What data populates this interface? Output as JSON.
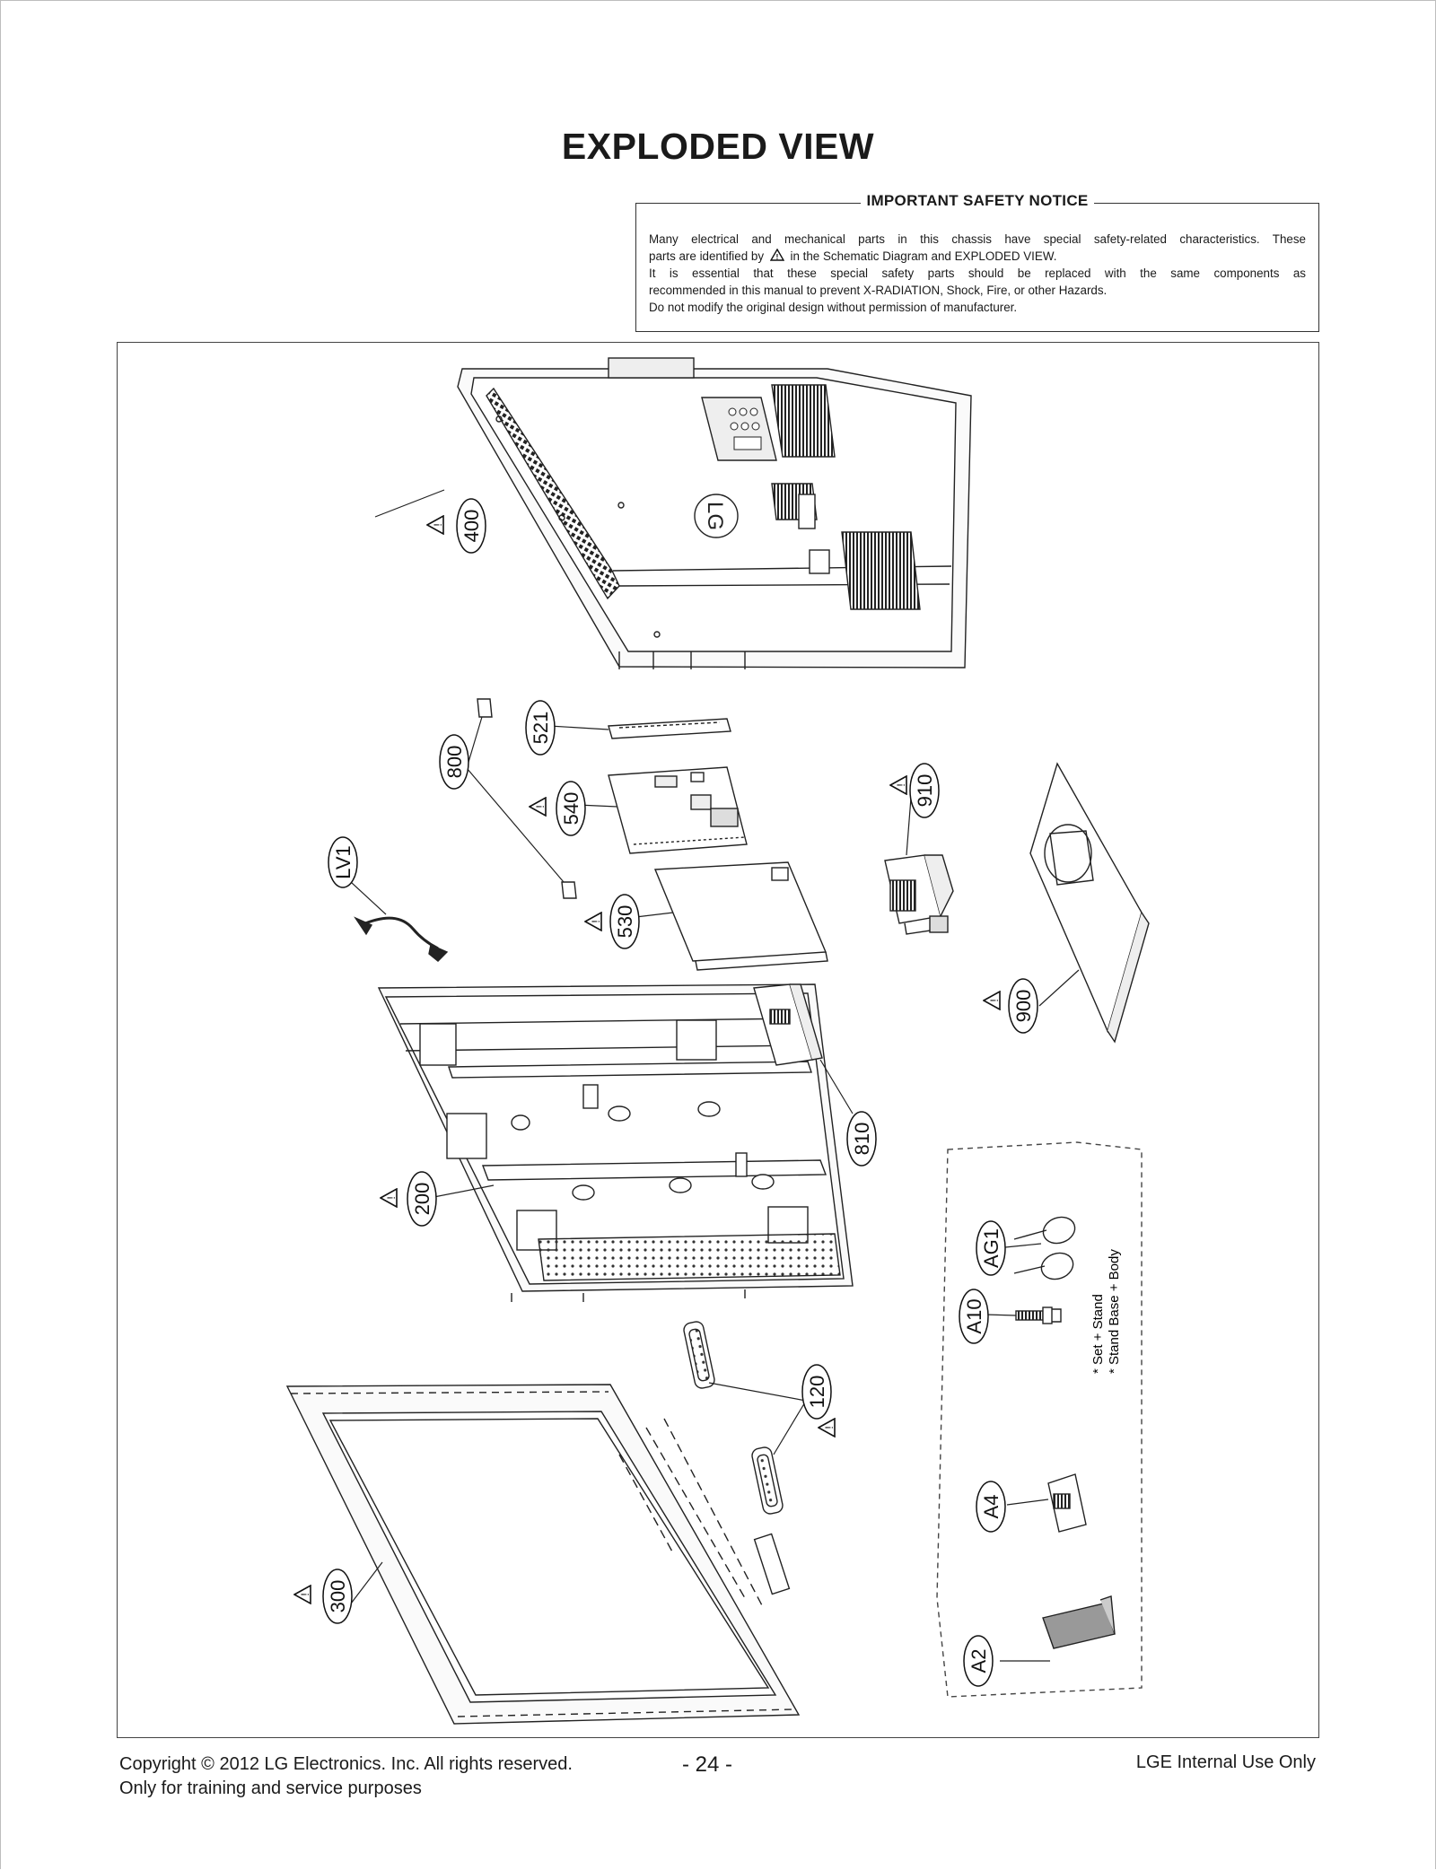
{
  "title": "EXPLODED VIEW",
  "notice": {
    "heading": "IMPORTANT SAFETY NOTICE",
    "line1": "Many electrical and mechanical parts in this chassis have special safety-related characteristics. These",
    "line2_a": "parts are identified by",
    "line2_b": "in the Schematic Diagram and EXPLODED VIEW.",
    "line3": "It is essential that these special safety parts should be replaced with the same components as",
    "line4": "recommended in this manual to prevent X-RADIATION, Shock, Fire, or other Hazards.",
    "line5": "Do not modify the original design without permission of manufacturer."
  },
  "parts": {
    "p400": "400",
    "p521": "521",
    "p800": "800",
    "p540": "540",
    "pLV1": "LV1",
    "p530": "530",
    "p910": "910",
    "p900": "900",
    "p200": "200",
    "p810": "810",
    "pAG1": "AG1",
    "pA10": "A10",
    "p120": "120",
    "pA4": "A4",
    "p300": "300",
    "pA2": "A2"
  },
  "accessory_note": {
    "line1": "* Set + Stand",
    "line2": "* Stand Base + Body"
  },
  "logo_text": "LG",
  "footer": {
    "copyright": "Copyright © 2012 LG Electronics. Inc. All rights reserved.",
    "purpose": "Only for training and service purposes",
    "page": "- 24 -",
    "internal": "LGE Internal Use Only"
  }
}
